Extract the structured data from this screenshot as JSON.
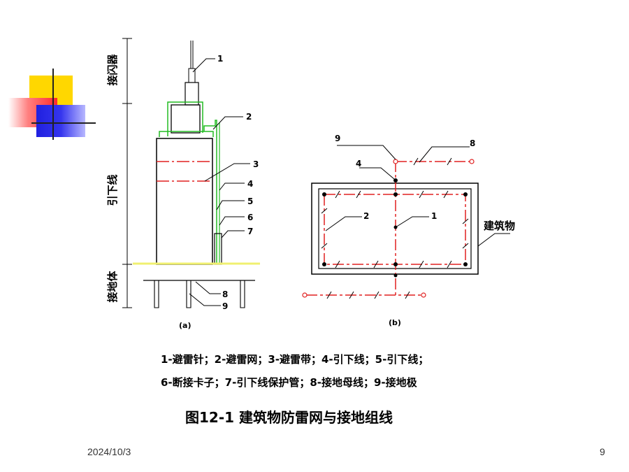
{
  "slide": {
    "footer_date": "2024/10/3",
    "page_number": "9"
  },
  "diagram": {
    "side_labels": [
      "接闪器",
      "引下线",
      "接地体"
    ],
    "sub_a": "(a)",
    "sub_b": "(b)",
    "building_label": "建筑物",
    "numbers_a": [
      "1",
      "2",
      "3",
      "4",
      "5",
      "6",
      "7",
      "8",
      "9"
    ],
    "numbers_b": [
      "9",
      "8",
      "4",
      "2",
      "1"
    ],
    "legend_line1": "1-避雷针；2-避雷网；3-避雷带；4-引下线；5-引下线；",
    "legend_line2": "6-断接卡子；7-引下线保护管；8-接地母线；9-接地极",
    "caption": "图12-1  建筑物防雷网与接地组线"
  },
  "colors": {
    "red_line": "#e02020",
    "green_line": "#22bb22",
    "ground_line": "#f0f070",
    "deco_yellow": "#ffd700",
    "deco_red": "#ff3030",
    "deco_blue": "#2020e0"
  }
}
